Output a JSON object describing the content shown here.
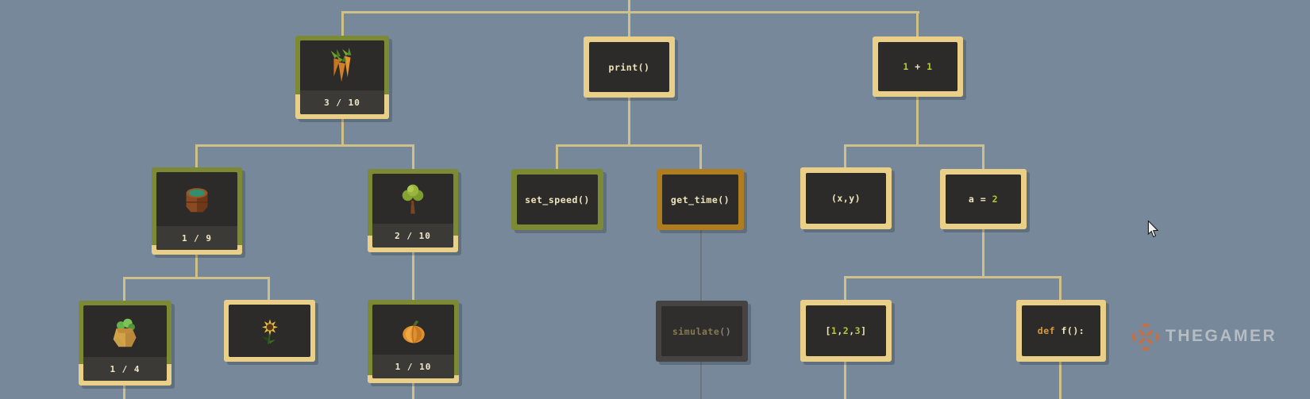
{
  "app": "research-tree",
  "colors": {
    "background": "#76889a",
    "connector": "#cfc089",
    "connector_inactive": "#6e757a",
    "frame_unlocked": "#e9cf87",
    "frame_in_progress": "#7c8a33",
    "frame_highlight": "#b07c20",
    "frame_locked": "#454443",
    "board_interior": "#2c2b29",
    "code_text": "#efe5bd",
    "number_text": "#b5c93b",
    "keyword_text": "#d79b3c"
  },
  "nodes": {
    "carrots": {
      "icon": "carrots-icon",
      "label": "3 / 10",
      "progress": 0.3
    },
    "print": {
      "tokens": [
        {
          "t": "print()",
          "c": "code"
        }
      ]
    },
    "add": {
      "tokens": [
        {
          "t": "1",
          "c": "num"
        },
        {
          "t": " + ",
          "c": "code"
        },
        {
          "t": "1",
          "c": "num"
        }
      ]
    },
    "barrel": {
      "icon": "water-barrel-icon",
      "label": "1 / 9",
      "progress": 0.11
    },
    "tree": {
      "icon": "tree-icon",
      "label": "2 / 10",
      "progress": 0.2
    },
    "set_speed": {
      "tokens": [
        {
          "t": "set_speed()",
          "c": "code"
        }
      ]
    },
    "get_time": {
      "tokens": [
        {
          "t": "get_time()",
          "c": "code"
        }
      ]
    },
    "xy": {
      "tokens": [
        {
          "t": "(x,y)",
          "c": "code"
        }
      ]
    },
    "a2": {
      "tokens": [
        {
          "t": "a = ",
          "c": "code"
        },
        {
          "t": "2",
          "c": "num"
        }
      ]
    },
    "hay": {
      "icon": "seed-pouch-icon",
      "label": "1 / 4",
      "progress": 0.25
    },
    "flower": {
      "icon": "sunflower-icon"
    },
    "pumpkin": {
      "icon": "pumpkin-icon",
      "label": "1 / 10",
      "progress": 0.1
    },
    "simulate": {
      "tokens": [
        {
          "t": "simulate",
          "c": "sim"
        },
        {
          "t": "()",
          "c": "simp"
        }
      ]
    },
    "list": {
      "tokens": [
        {
          "t": "[",
          "c": "code"
        },
        {
          "t": "1",
          "c": "num"
        },
        {
          "t": ",",
          "c": "code"
        },
        {
          "t": "2",
          "c": "num"
        },
        {
          "t": ",",
          "c": "code"
        },
        {
          "t": "3",
          "c": "num"
        },
        {
          "t": "]",
          "c": "code"
        }
      ]
    },
    "def_f": {
      "tokens": [
        {
          "t": "def ",
          "c": "kw"
        },
        {
          "t": "f():",
          "c": "code"
        }
      ]
    }
  },
  "watermark": {
    "brand": "THEGAMER",
    "icon": "thegamer-logo-icon",
    "icon_color": "#c0714a"
  }
}
